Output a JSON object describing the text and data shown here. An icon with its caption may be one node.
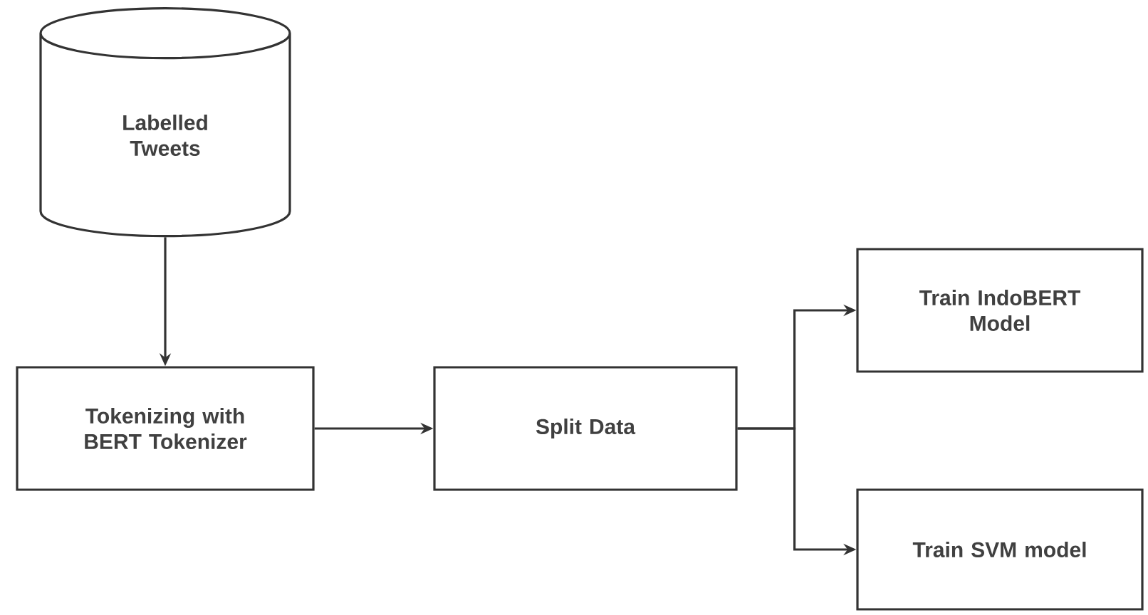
{
  "diagram": {
    "nodes": [
      {
        "text": [
          "Labelled Tweets"
        ]
      },
      {
        "text": [
          "Tokenizing with BERT Tokenizer"
        ]
      },
      {
        "text": [
          "Split Data"
        ]
      },
      {
        "text": [
          "Train IndoBERT Model"
        ]
      },
      {
        "text": [
          "Train SVM model"
        ]
      }
    ],
    "edges": [
      {
        "from": 0,
        "to": 1,
        "arrow": "to"
      },
      {
        "from": 1,
        "to": 2,
        "arrow": "to"
      },
      {
        "from": 2,
        "to": 3,
        "arrow": "to"
      },
      {
        "from": 2,
        "to": 4,
        "arrow": "to"
      }
    ]
  }
}
